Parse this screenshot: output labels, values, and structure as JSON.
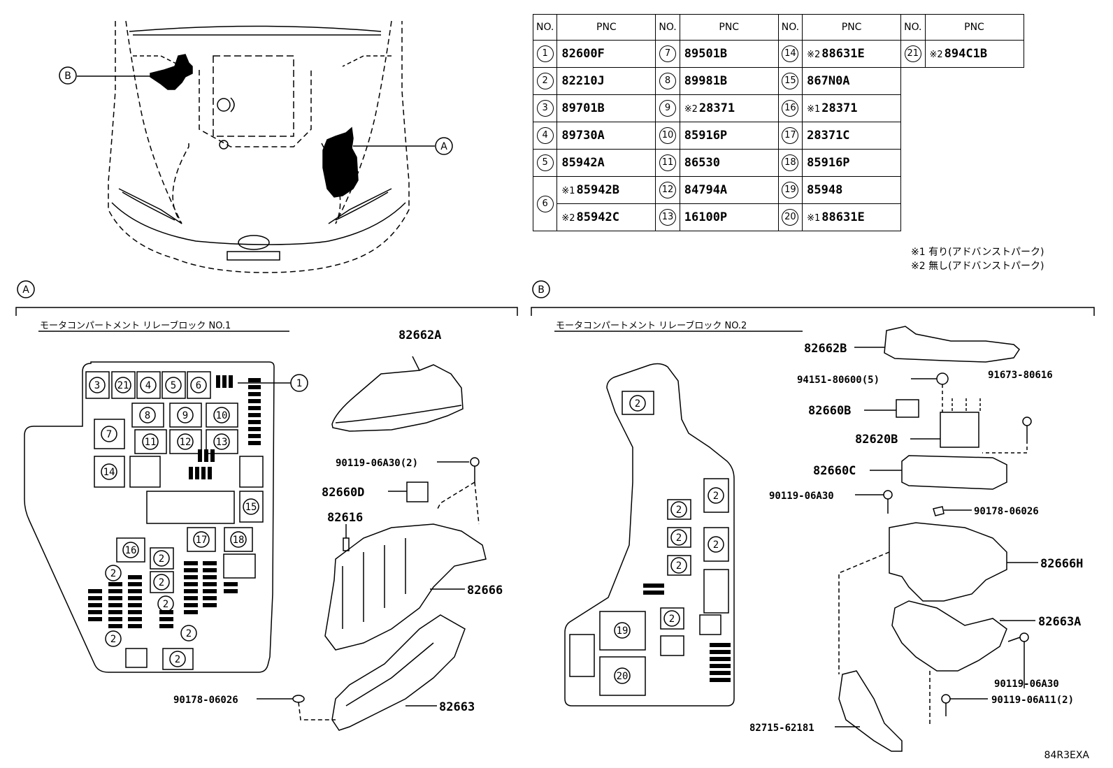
{
  "pnc_table": {
    "header_no": "NO.",
    "header_pnc": "PNC",
    "rows": [
      {
        "no": "1",
        "pnc": "82600F"
      },
      {
        "no": "2",
        "pnc": "82210J"
      },
      {
        "no": "3",
        "pnc": "89701B"
      },
      {
        "no": "4",
        "pnc": "89730A"
      },
      {
        "no": "5",
        "pnc": "85942A"
      },
      {
        "no": "6",
        "pnc": "85942B",
        "mark": "※1",
        "pnc2": "85942C",
        "mark2": "※2"
      },
      {
        "no": "7",
        "pnc": "89501B"
      },
      {
        "no": "8",
        "pnc": "89981B"
      },
      {
        "no": "9",
        "pnc": "28371",
        "mark": "※2"
      },
      {
        "no": "10",
        "pnc": "85916P"
      },
      {
        "no": "11",
        "pnc": "86530"
      },
      {
        "no": "12",
        "pnc": "84794A"
      },
      {
        "no": "13",
        "pnc": "16100P"
      },
      {
        "no": "14",
        "pnc": "88631E",
        "mark": "※2"
      },
      {
        "no": "15",
        "pnc": "867N0A"
      },
      {
        "no": "16",
        "pnc": "28371",
        "mark": "※1"
      },
      {
        "no": "17",
        "pnc": "28371C"
      },
      {
        "no": "18",
        "pnc": "85916P"
      },
      {
        "no": "19",
        "pnc": "85948"
      },
      {
        "no": "20",
        "pnc": "88631E",
        "mark": "※1"
      },
      {
        "no": "21",
        "pnc": "894C1B",
        "mark": "※2"
      }
    ]
  },
  "notes": {
    "note1": "※1 有り(アドバンストパーク)",
    "note2": "※2 無し(アドバンストパーク)"
  },
  "overview": {
    "label_a": "A",
    "label_b": "B"
  },
  "section_a": {
    "marker": "A",
    "title": "モータコンパートメント リレーブロック NO.1",
    "parts": {
      "cover": "82662A",
      "bolt_top": "90119-06A30(2)",
      "relay": "82660D",
      "clip": "82616",
      "block": "82666",
      "nut": "90178-06026",
      "bracket": "82663"
    }
  },
  "section_b": {
    "marker": "B",
    "title": "モータコンパートメント リレーブロック NO.2",
    "parts": {
      "cover": "82662B",
      "nut_cap": "94151-80600(5)",
      "screw": "91673-80616",
      "relay": "82660B",
      "box": "82620B",
      "holder": "82660C",
      "bolt1": "90119-06A30",
      "nut": "90178-06026",
      "block": "82666H",
      "bracket": "82663A",
      "bolt2": "90119-06A30",
      "bolt3": "90119-06A11(2)",
      "wire": "82715-62181"
    }
  },
  "reference": "84R3EXA"
}
